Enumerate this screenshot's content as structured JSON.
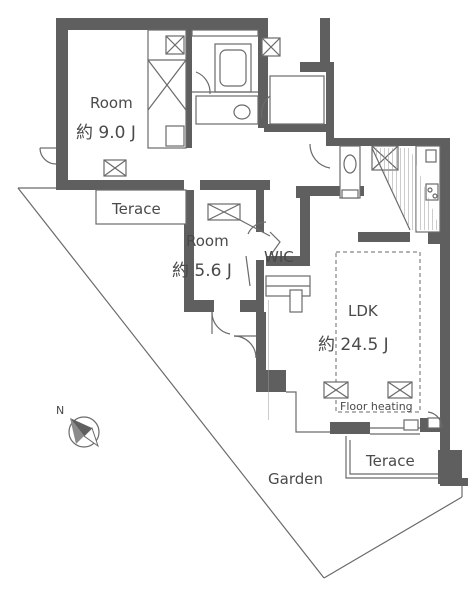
{
  "rooms": {
    "room_a": {
      "name": "Room",
      "size": "約 9.0 J"
    },
    "room_b": {
      "name": "Room",
      "size": "約 5.6 J"
    },
    "wic": {
      "name": "WIC"
    },
    "ldk": {
      "name": "LDK",
      "size": "約 24.5 J",
      "note": "Floor heating"
    },
    "terrace_a": {
      "name": "Terace"
    },
    "terrace_b": {
      "name": "Terace"
    },
    "garden": {
      "name": "Garden"
    }
  },
  "compass": {
    "label": "N"
  },
  "colors": {
    "wall": "#5f5f5f",
    "line": "#6a6a6a",
    "text": "#4a4a4a"
  }
}
